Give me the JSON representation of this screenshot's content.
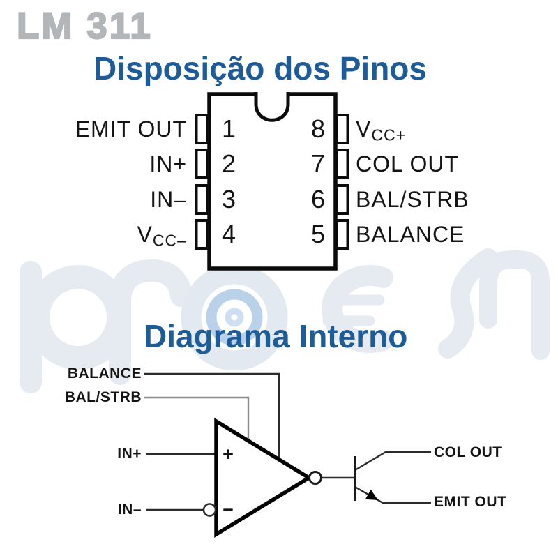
{
  "header": {
    "part_number": "LM 311"
  },
  "pinout_section": {
    "heading": "Disposição dos Pinos",
    "ic": {
      "left_pins": [
        {
          "num": "1",
          "label": "EMIT OUT",
          "sub": ""
        },
        {
          "num": "2",
          "label": "IN+",
          "sub": ""
        },
        {
          "num": "3",
          "label": "IN–",
          "sub": ""
        },
        {
          "num": "4",
          "label": "V",
          "sub": "CC–"
        }
      ],
      "right_pins": [
        {
          "num": "8",
          "label": "V",
          "sub": "CC+"
        },
        {
          "num": "7",
          "label": "COL OUT",
          "sub": ""
        },
        {
          "num": "6",
          "label": "BAL/STRB",
          "sub": ""
        },
        {
          "num": "5",
          "label": "BALANCE",
          "sub": ""
        }
      ]
    }
  },
  "internal_section": {
    "heading": "Diagrama Interno",
    "labels": {
      "balance": "BALANCE",
      "bal_strb": "BAL/STRB",
      "in_plus": "IN+",
      "in_minus": "IN–",
      "col_out": "COL OUT",
      "emit_out": "EMIT OUT",
      "plus_sign": "+",
      "minus_sign": "–"
    }
  },
  "watermark": {
    "logo": "proesi-logo"
  },
  "colors": {
    "heading_blue": "#1d5c99",
    "part_gray": "#b2b6b9",
    "ink": "#141414",
    "line_gray": "#8d8d8d",
    "watermark_light": "#e6ebf1",
    "watermark_accent": "#b9d1e9"
  }
}
